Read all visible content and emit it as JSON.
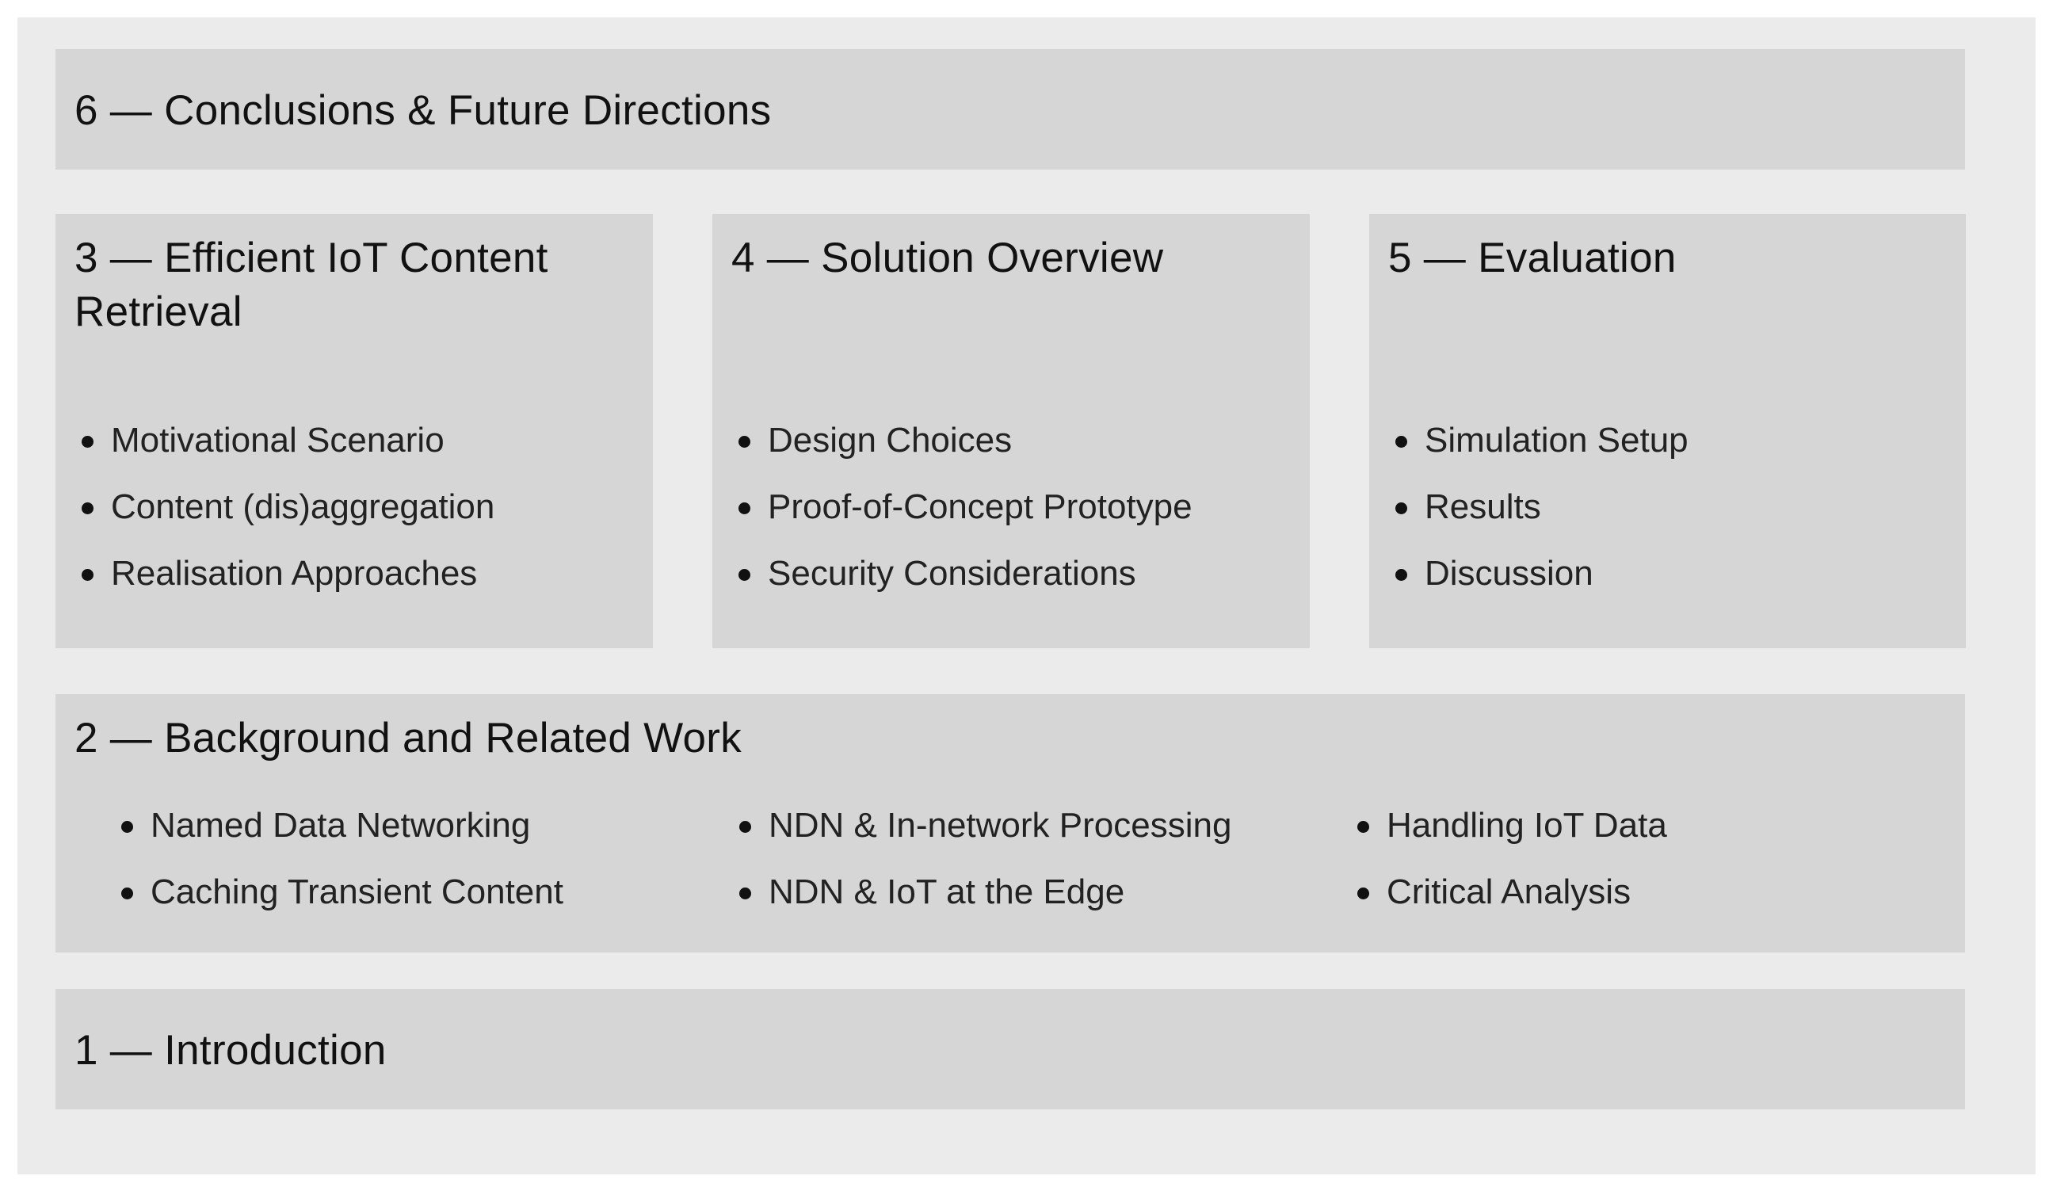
{
  "boxes": {
    "conclusions": {
      "title": "6 — Conclusions & Future Directions"
    },
    "retrieval": {
      "title": "3 — Efficient IoT Content Retrieval",
      "items": [
        "Motivational Scenario",
        "Content (dis)aggregation",
        "Realisation Approaches"
      ]
    },
    "solution": {
      "title": "4 — Solution Overview",
      "items": [
        "Design Choices",
        "Proof-of-Concept Prototype",
        "Security Considerations"
      ]
    },
    "evaluation": {
      "title": "5 — Evaluation",
      "items": [
        "Simulation Setup",
        "Results",
        "Discussion"
      ]
    },
    "background": {
      "title": "2 — Background and Related Work",
      "columns": [
        [
          "Named Data Networking",
          "Caching Transient Content"
        ],
        [
          "NDN & In-network Processing",
          "NDN & IoT at the Edge"
        ],
        [
          "Handling IoT Data",
          "Critical Analysis"
        ]
      ]
    },
    "introduction": {
      "title": "1 — Introduction"
    }
  },
  "colors": {
    "frame": "#ebebeb",
    "box": "#d6d6d6",
    "text": "#111111"
  }
}
